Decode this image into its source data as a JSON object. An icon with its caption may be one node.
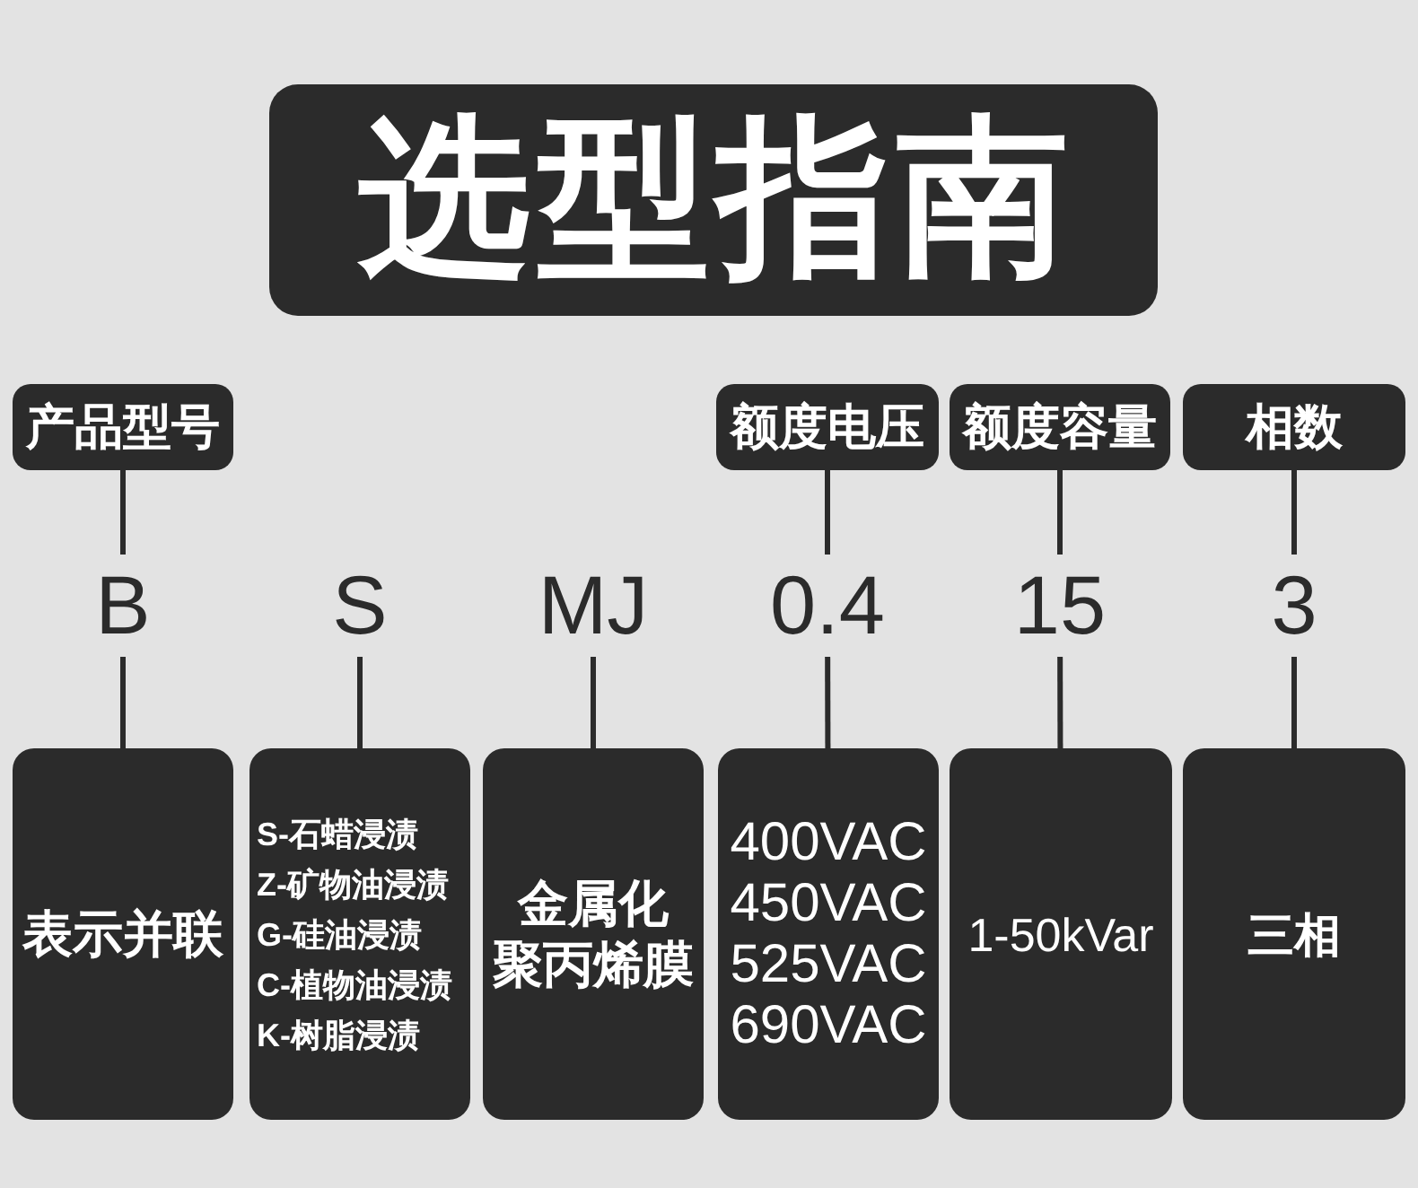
{
  "diagram": {
    "title": "选型指南",
    "nodes": [
      {
        "text": [
          "产品型号"
        ]
      },
      {
        "text": [
          "额度电压"
        ]
      },
      {
        "text": [
          "额度容量"
        ]
      },
      {
        "text": [
          "相数"
        ]
      },
      {
        "text": [
          "B"
        ]
      },
      {
        "text": [
          "S"
        ]
      },
      {
        "text": [
          "MJ"
        ]
      },
      {
        "text": [
          "0.4"
        ]
      },
      {
        "text": [
          "15"
        ]
      },
      {
        "text": [
          "3"
        ]
      },
      {
        "text": [
          "表示并联"
        ]
      },
      {
        "text": [
          "S-石蜡浸渍",
          "Z-矿物油浸渍",
          "G-硅油浸渍",
          "C-植物油浸渍",
          "K-树脂浸渍"
        ]
      },
      {
        "text": [
          "金属化聚丙烯膜"
        ]
      },
      {
        "text": [
          "400VAC",
          "450VAC",
          "525VAC",
          "690VAC"
        ]
      },
      {
        "text": [
          "1-50kVar"
        ]
      },
      {
        "text": [
          "三相"
        ]
      }
    ],
    "edges": [
      {
        "from": 0,
        "to": 4,
        "arrow": "none"
      },
      {
        "from": 1,
        "to": 7,
        "arrow": "none"
      },
      {
        "from": 2,
        "to": 8,
        "arrow": "none"
      },
      {
        "from": 3,
        "to": 9,
        "arrow": "none"
      },
      {
        "from": 4,
        "to": 10,
        "arrow": "none"
      },
      {
        "from": 5,
        "to": 11,
        "arrow": "none"
      },
      {
        "from": 6,
        "to": 12,
        "arrow": "none"
      },
      {
        "from": 7,
        "to": 13,
        "arrow": "none"
      },
      {
        "from": 8,
        "to": 14,
        "arrow": "none"
      },
      {
        "from": 9,
        "to": 15,
        "arrow": "none"
      }
    ]
  }
}
